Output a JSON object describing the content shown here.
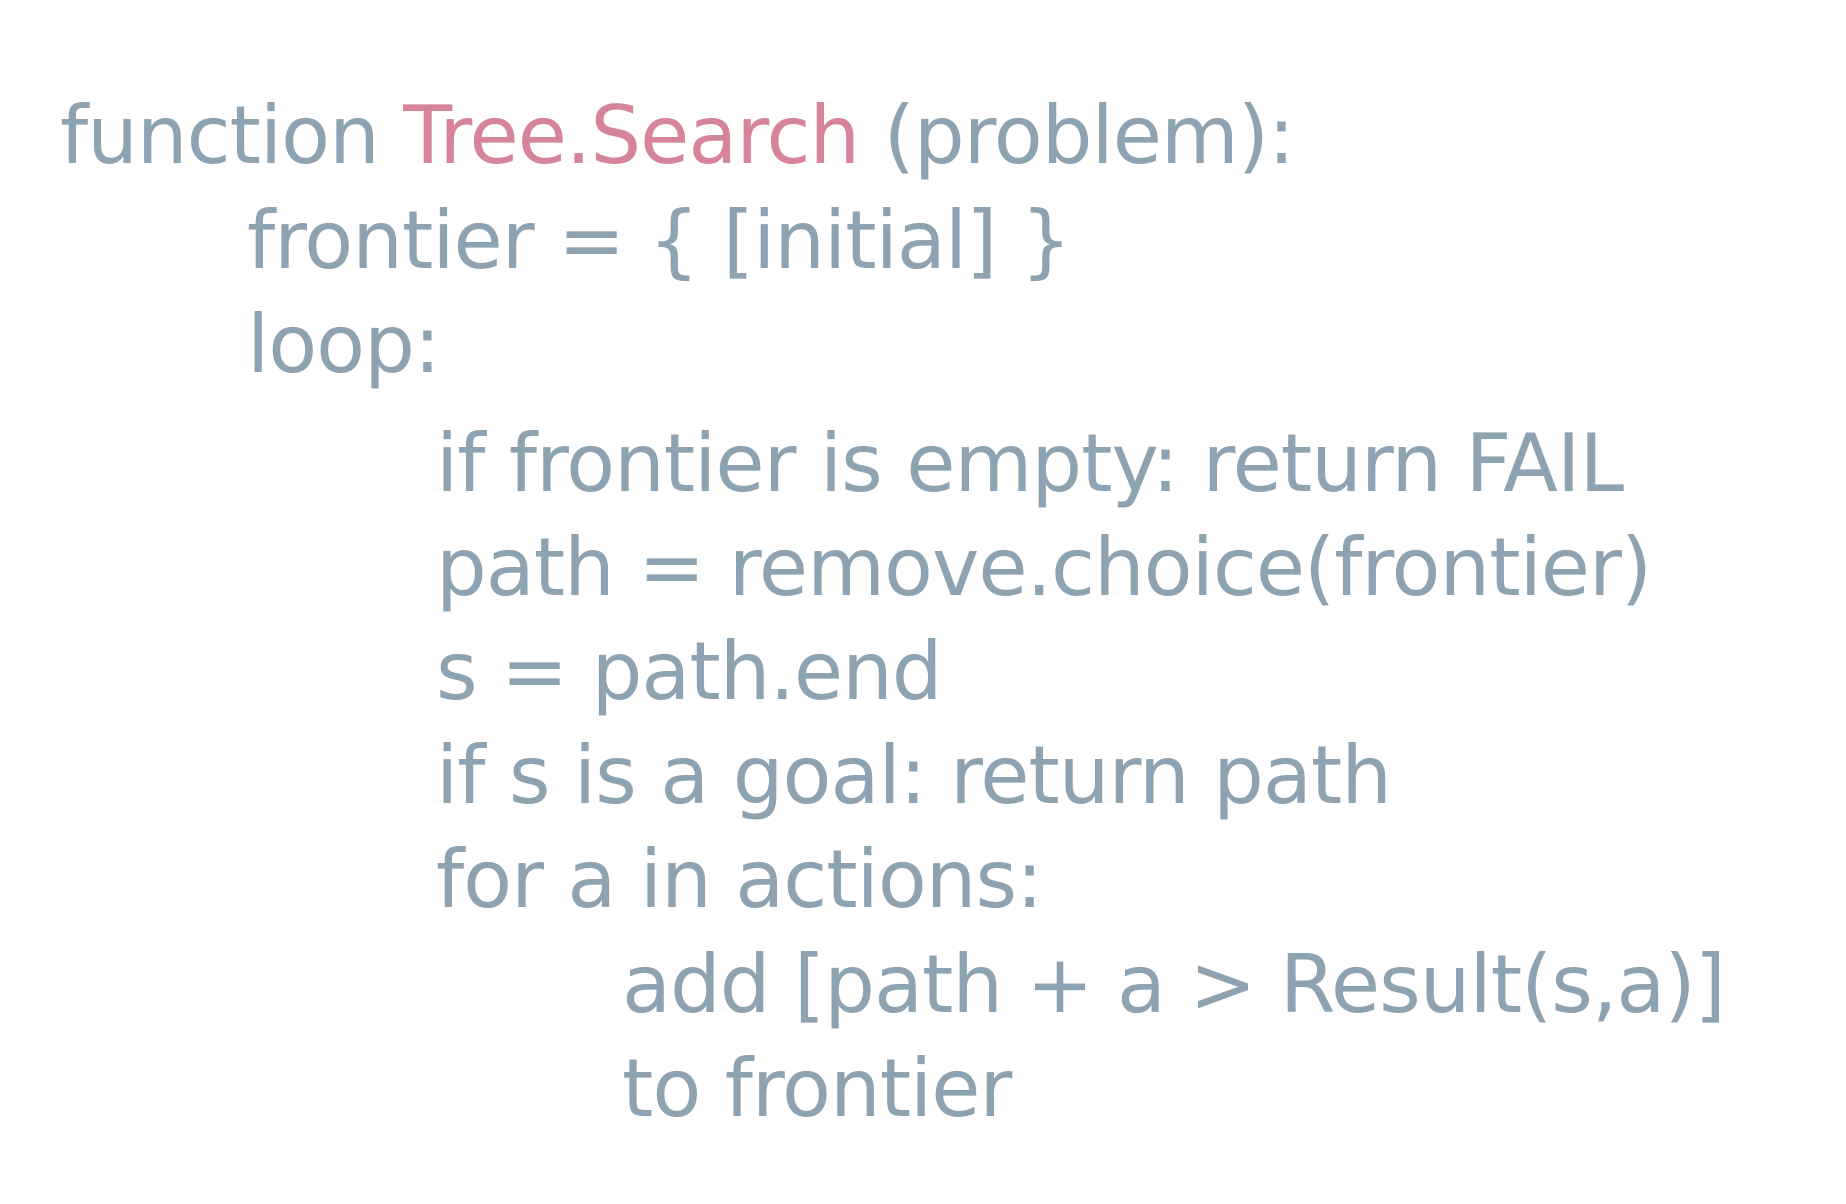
{
  "code": {
    "line1": {
      "keyword": "function ",
      "name": "Tree.Search",
      "rest": " (problem):"
    },
    "line2": "frontier = { [initial] }",
    "line3": "loop:",
    "line4": "if frontier is empty: return FAIL",
    "line5": "path = remove.choice(frontier)",
    "line6": "s = path.end",
    "line7": "if s is a goal: return path",
    "line8": "for a in actions:",
    "line9": "add [path + a > Result(s,a)]",
    "line10": "to frontier"
  },
  "colors": {
    "text": "#8ea3b2",
    "function_name": "#d5849a",
    "background": "#ffffff"
  }
}
